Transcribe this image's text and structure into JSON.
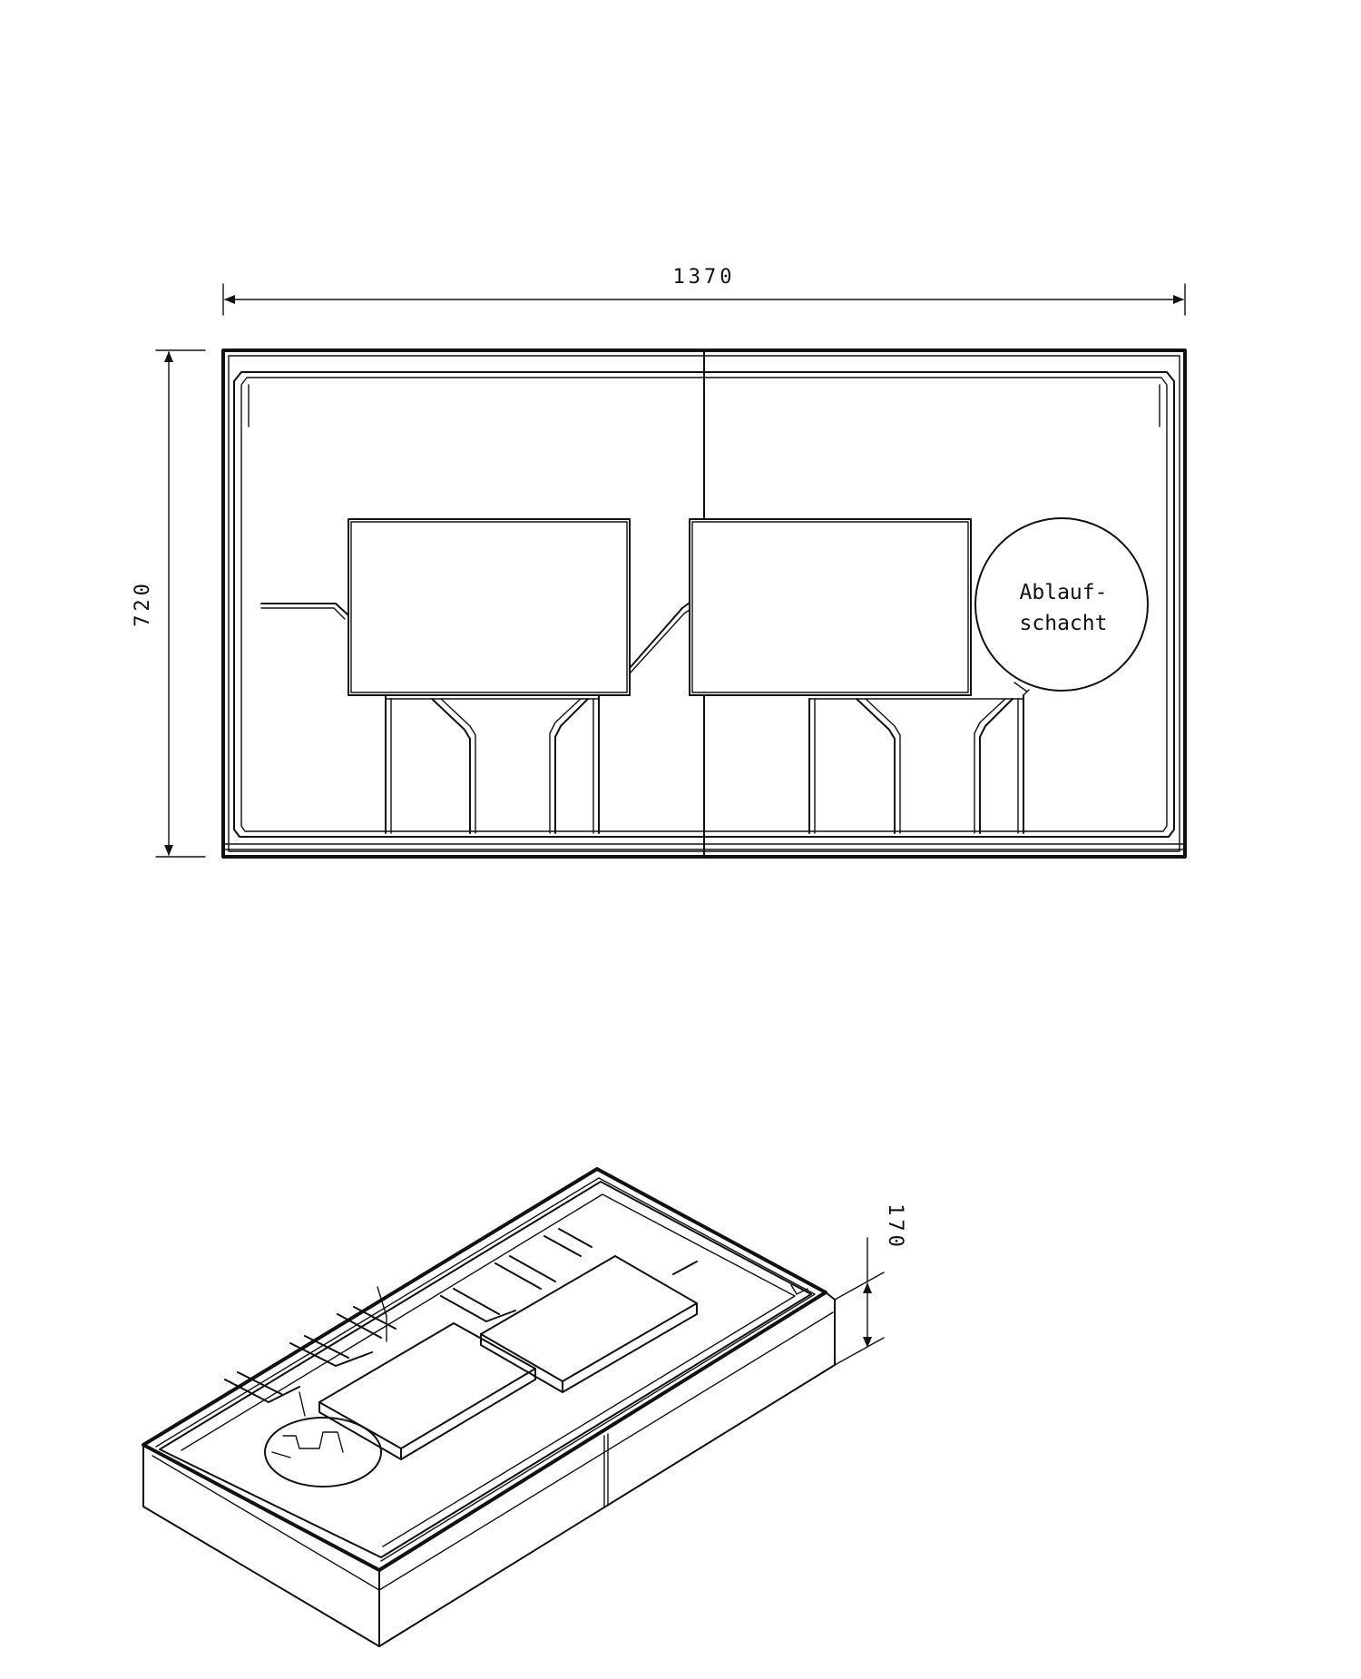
{
  "dimensions": {
    "width": "1370",
    "depth": "720",
    "height": "170"
  },
  "callout": {
    "line1": "Ablauf-",
    "line2": "schacht"
  },
  "colors": {
    "line": "#111111",
    "background": "#ffffff"
  }
}
